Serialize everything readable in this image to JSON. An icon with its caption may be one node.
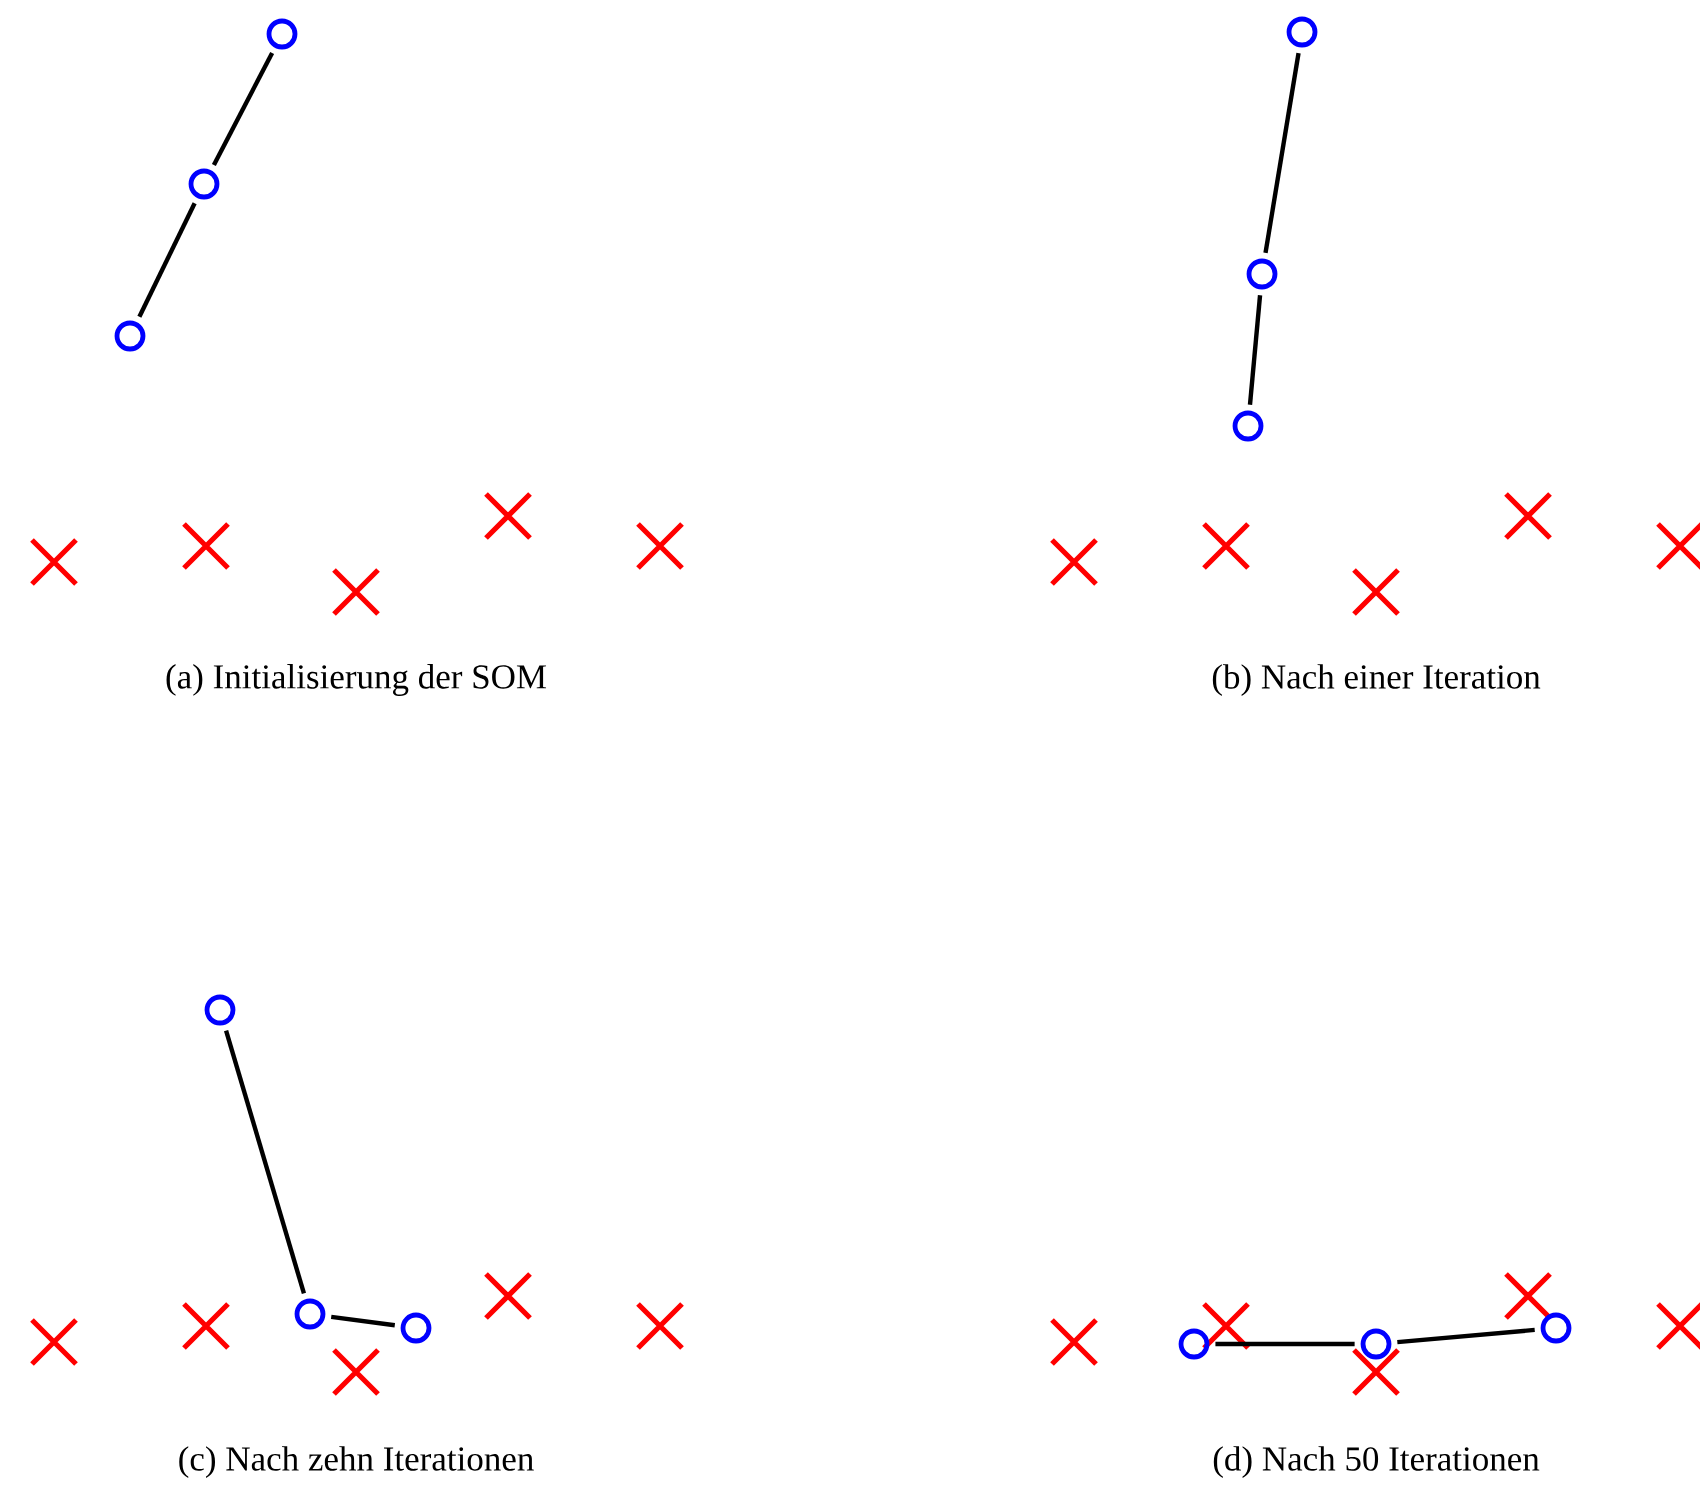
{
  "diagram": {
    "nodes": [
      {
        "text": [],
        "shape": "circle"
      },
      {
        "text": [],
        "shape": "circle"
      },
      {
        "text": [],
        "shape": "circle"
      },
      {
        "text": [],
        "shape": "circle"
      },
      {
        "text": [],
        "shape": "circle"
      },
      {
        "text": [],
        "shape": "circle"
      },
      {
        "text": [],
        "shape": "circle"
      },
      {
        "text": [],
        "shape": "circle"
      },
      {
        "text": [],
        "shape": "circle"
      },
      {
        "text": [],
        "shape": "circle"
      },
      {
        "text": [],
        "shape": "circle"
      },
      {
        "text": [],
        "shape": "circle"
      }
    ],
    "edges": [
      {
        "from": 0,
        "to": 1,
        "arrow": "none"
      },
      {
        "from": 1,
        "to": 2,
        "arrow": "none"
      },
      {
        "from": 3,
        "to": 4,
        "arrow": "none"
      },
      {
        "from": 4,
        "to": 5,
        "arrow": "none"
      },
      {
        "from": 6,
        "to": 7,
        "arrow": "none"
      },
      {
        "from": 7,
        "to": 8,
        "arrow": "none"
      },
      {
        "from": 9,
        "to": 10,
        "arrow": "none"
      },
      {
        "from": 10,
        "to": 11,
        "arrow": "none"
      }
    ],
    "labels": [
      "(a) Initialisierung der SOM",
      "(b) Nach einer Iteration",
      "(c) Nach zehn Iterationen",
      "(d) Nach 50 Iterationen"
    ]
  }
}
